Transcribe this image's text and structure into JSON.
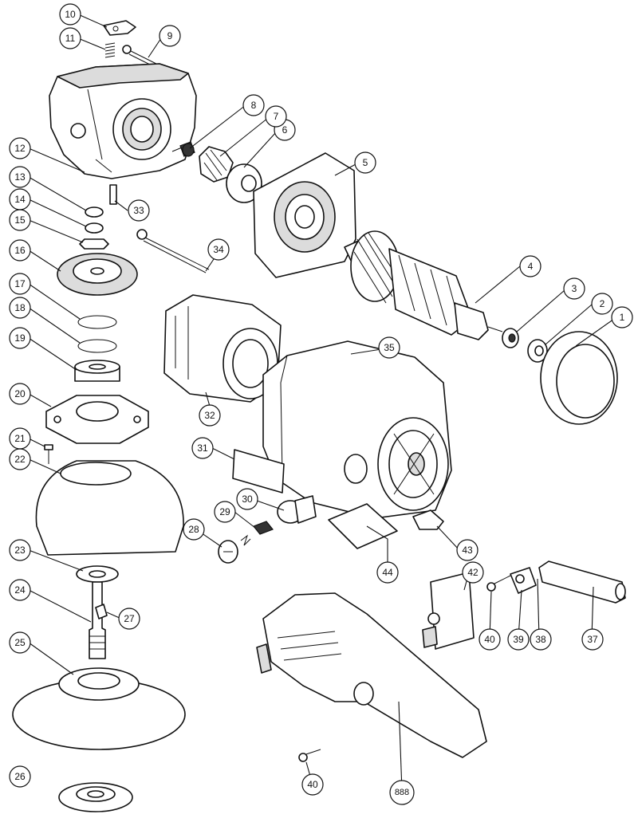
{
  "callouts": [
    {
      "id": "c1",
      "label": "1"
    },
    {
      "id": "c2",
      "label": "2"
    },
    {
      "id": "c3",
      "label": "3"
    },
    {
      "id": "c4",
      "label": "4"
    },
    {
      "id": "c5",
      "label": "5"
    },
    {
      "id": "c6",
      "label": "6"
    },
    {
      "id": "c7",
      "label": "7"
    },
    {
      "id": "c8",
      "label": "8"
    },
    {
      "id": "c9",
      "label": "9"
    },
    {
      "id": "c10",
      "label": "10"
    },
    {
      "id": "c11",
      "label": "11"
    },
    {
      "id": "c12",
      "label": "12"
    },
    {
      "id": "c13",
      "label": "13"
    },
    {
      "id": "c14",
      "label": "14"
    },
    {
      "id": "c15",
      "label": "15"
    },
    {
      "id": "c16",
      "label": "16"
    },
    {
      "id": "c17",
      "label": "17"
    },
    {
      "id": "c18",
      "label": "18"
    },
    {
      "id": "c19",
      "label": "19"
    },
    {
      "id": "c20",
      "label": "20"
    },
    {
      "id": "c21",
      "label": "21"
    },
    {
      "id": "c22",
      "label": "22"
    },
    {
      "id": "c23",
      "label": "23"
    },
    {
      "id": "c24",
      "label": "24"
    },
    {
      "id": "c25",
      "label": "25"
    },
    {
      "id": "c26",
      "label": "26"
    },
    {
      "id": "c27",
      "label": "27"
    },
    {
      "id": "c28",
      "label": "28"
    },
    {
      "id": "c29",
      "label": "29"
    },
    {
      "id": "c30",
      "label": "30"
    },
    {
      "id": "c31",
      "label": "31"
    },
    {
      "id": "c32",
      "label": "32"
    },
    {
      "id": "c33",
      "label": "33"
    },
    {
      "id": "c34",
      "label": "34"
    },
    {
      "id": "c35",
      "label": "35"
    },
    {
      "id": "c37",
      "label": "37"
    },
    {
      "id": "c38",
      "label": "38"
    },
    {
      "id": "c39",
      "label": "39"
    },
    {
      "id": "c40a",
      "label": "40"
    },
    {
      "id": "c40b",
      "label": "40"
    },
    {
      "id": "c42",
      "label": "42"
    },
    {
      "id": "c43",
      "label": "43"
    },
    {
      "id": "c44",
      "label": "44"
    },
    {
      "id": "c888",
      "label": "888"
    }
  ]
}
